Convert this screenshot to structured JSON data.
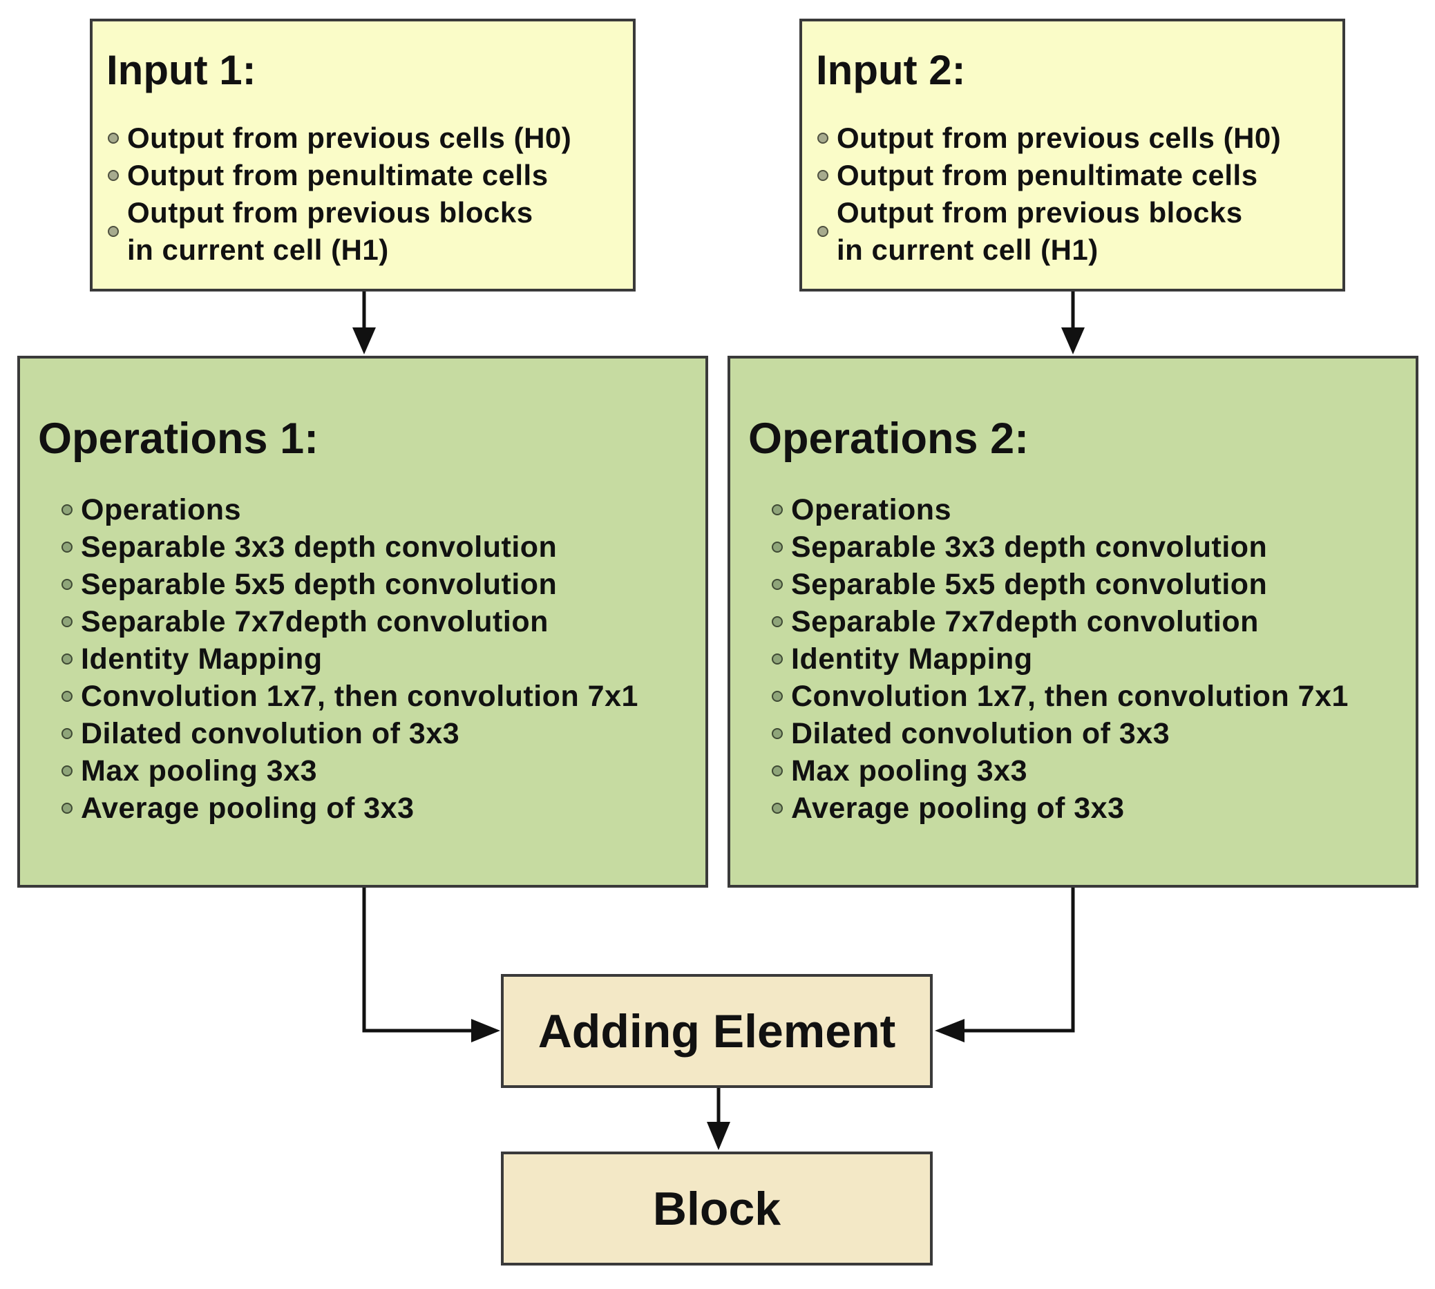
{
  "input1": {
    "title": "Input 1:",
    "items": [
      "Output from previous cells (H0)",
      "Output from penultimate cells",
      "Output from previous blocks",
      "in current cell (H1)"
    ]
  },
  "input2": {
    "title": "Input 2:",
    "items": [
      "Output from previous cells (H0)",
      "Output from penultimate cells",
      "Output from previous blocks",
      "in current cell (H1)"
    ]
  },
  "ops1": {
    "title": "Operations 1:",
    "items": [
      "Operations",
      "Separable 3x3 depth convolution",
      "Separable 5x5 depth convolution",
      "Separable 7x7depth convolution",
      "Identity Mapping",
      "Convolution 1x7, then convolution 7x1",
      "Dilated convolution of 3x3",
      "Max pooling 3x3",
      "Average pooling of 3x3"
    ]
  },
  "ops2": {
    "title": "Operations 2:",
    "items": [
      "Operations",
      "Separable 3x3 depth convolution",
      "Separable 5x5 depth convolution",
      "Separable 7x7depth convolution",
      "Identity Mapping",
      "Convolution 1x7, then convolution 7x1",
      "Dilated convolution of 3x3",
      "Max pooling 3x3",
      "Average pooling of 3x3"
    ]
  },
  "adding_element": {
    "label": "Adding Element"
  },
  "block": {
    "label": "Block"
  },
  "colors": {
    "input_fill": "#fafcc8",
    "operations_fill": "#c6dba1",
    "output_fill": "#f3e8c6",
    "border": "#3a3a3a",
    "arrow": "#111111"
  }
}
